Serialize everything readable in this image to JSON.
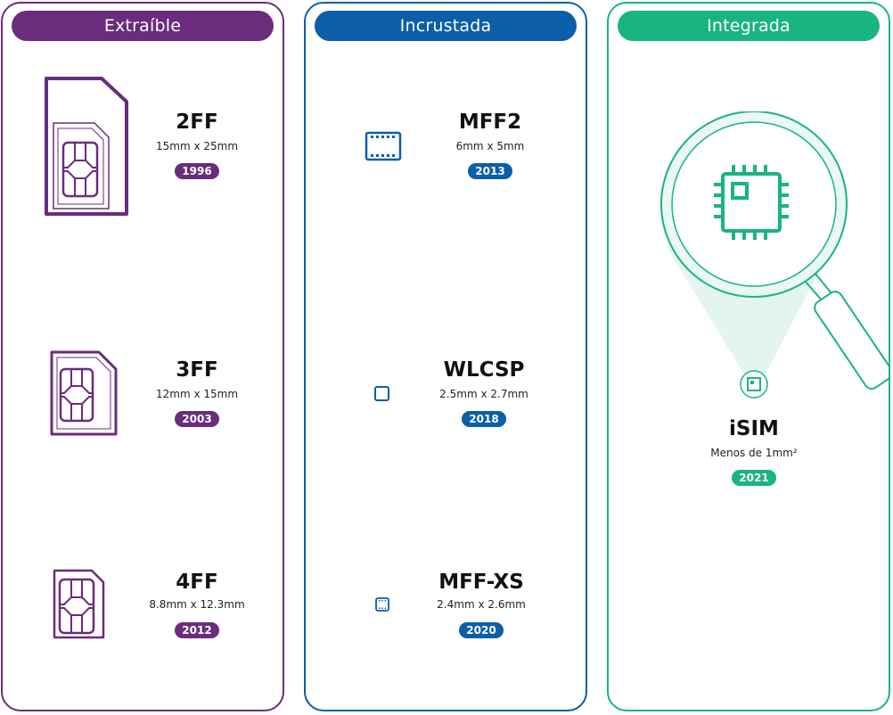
{
  "colors": {
    "removable": "#6a2c7d",
    "embedded": "#0b5ea8",
    "integrated": "#19b57e"
  },
  "columns": [
    {
      "title": "Extraíble",
      "items": [
        {
          "name": "2FF",
          "size": "15mm x 25mm",
          "year": "1996"
        },
        {
          "name": "3FF",
          "size": "12mm x 15mm",
          "year": "2003"
        },
        {
          "name": "4FF",
          "size": "8.8mm x 12.3mm",
          "year": "2012"
        }
      ]
    },
    {
      "title": "Incrustada",
      "items": [
        {
          "name": "MFF2",
          "size": "6mm x 5mm",
          "year": "2013"
        },
        {
          "name": "WLCSP",
          "size": "2.5mm x 2.7mm",
          "year": "2018"
        },
        {
          "name": "MFF-XS",
          "size": "2.4mm x 2.6mm",
          "year": "2020"
        }
      ]
    },
    {
      "title": "Integrada",
      "items": [
        {
          "name": "iSIM",
          "size": "Menos de 1mm²",
          "year": "2021"
        }
      ]
    }
  ]
}
